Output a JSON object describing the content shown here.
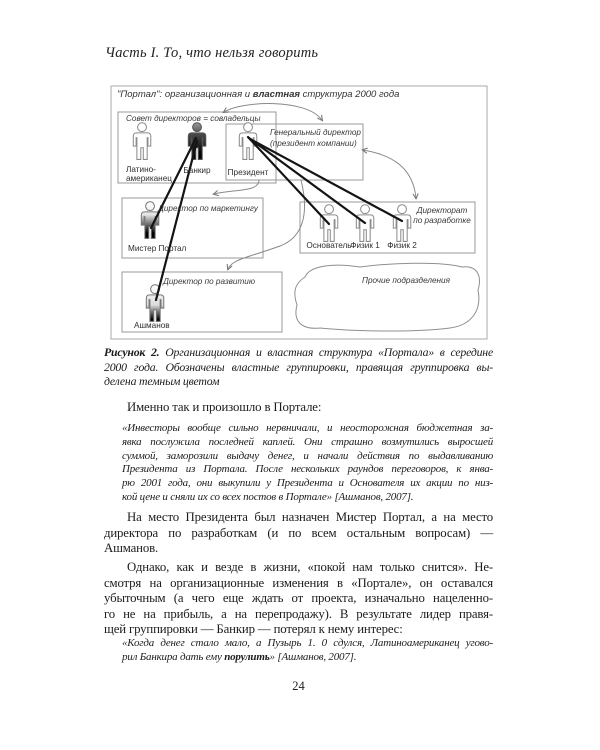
{
  "page": {
    "running_header": "Часть I. То, что нельзя говорить",
    "page_number": "24"
  },
  "diagram": {
    "title_pre": "\"Портал\": организационная и ",
    "title_bold": "властная",
    "title_post": " структура 2000 года",
    "board_label": "Совет директоров = совладельцы",
    "ceo_label1": "Генеральный директор",
    "ceo_label2": "(президент компании)",
    "marketing_label": "Директор по маркетингу",
    "development_label": "Директор по развитию",
    "rnd_label1": "Директорат",
    "rnd_label2": "по разработке",
    "other_label": "Прочие подразделения",
    "latino1": "Латино-",
    "latino2": "американец",
    "banker": "Банкир",
    "president": "Президент",
    "mister_portal": "Мистер Портал",
    "ashmanov": "Ашманов",
    "founder": "Основатель",
    "physicist1": "Физик 1",
    "physicist2": "Физик 2",
    "colors": {
      "dark_figure": "#000000",
      "outline_figure": "#8a8a8a",
      "power_arrow": "#141414"
    }
  },
  "caption": {
    "line1_bold": "Рисунок 2.",
    "line1_rest": " Организационная и властная структура «Портала» в середине",
    "line2": "2000 года. Обозначены властные группировки, правящая группировка вы-",
    "line3": "делена темным цветом"
  },
  "body": {
    "para1": "Именно так и произошло в Портале:",
    "quote1": [
      "«Инвесторы вообще сильно нервничали, и неосторожная бюджетная за-",
      "явка послужила последней каплей. Они страшно возмутились выросшей",
      "суммой, заморозили выдачу денег, и начали действия по выдавливанию",
      "Президента из Портала. После нескольких раундов переговоров, к янва-",
      "рю 2001 года, они выкупили у Президента и Основателя их акции по низ-",
      "кой цене и сняли их со всех постов в Портале» [Ашманов, 2007]."
    ],
    "para2": [
      "На место Президента был назначен Мистер Портал, а на место",
      "директора по разработкам (и по всем остальным вопросам) —",
      "Ашманов."
    ],
    "para3": [
      "Однако, как и везде в жизни, «покой нам только снится». Не-",
      "смотря на организационные изменения в «Портале», он оставался",
      "убыточным (а чего еще ждать от проекта, изначально нацеленно-",
      "го не на прибыль, а на перепродажу). В результате лидер правя-",
      "щей группировки — Банкир — потерял к нему интерес:"
    ],
    "quote2_line1": "«Когда денег стало мало, а Пузырь 1. 0 сдулся, Латиноамериканец угово-",
    "quote2_pre": "рил Банкира дать ему ",
    "quote2_bold": "порулить",
    "quote2_post": "» [Ашманов, 2007]."
  }
}
